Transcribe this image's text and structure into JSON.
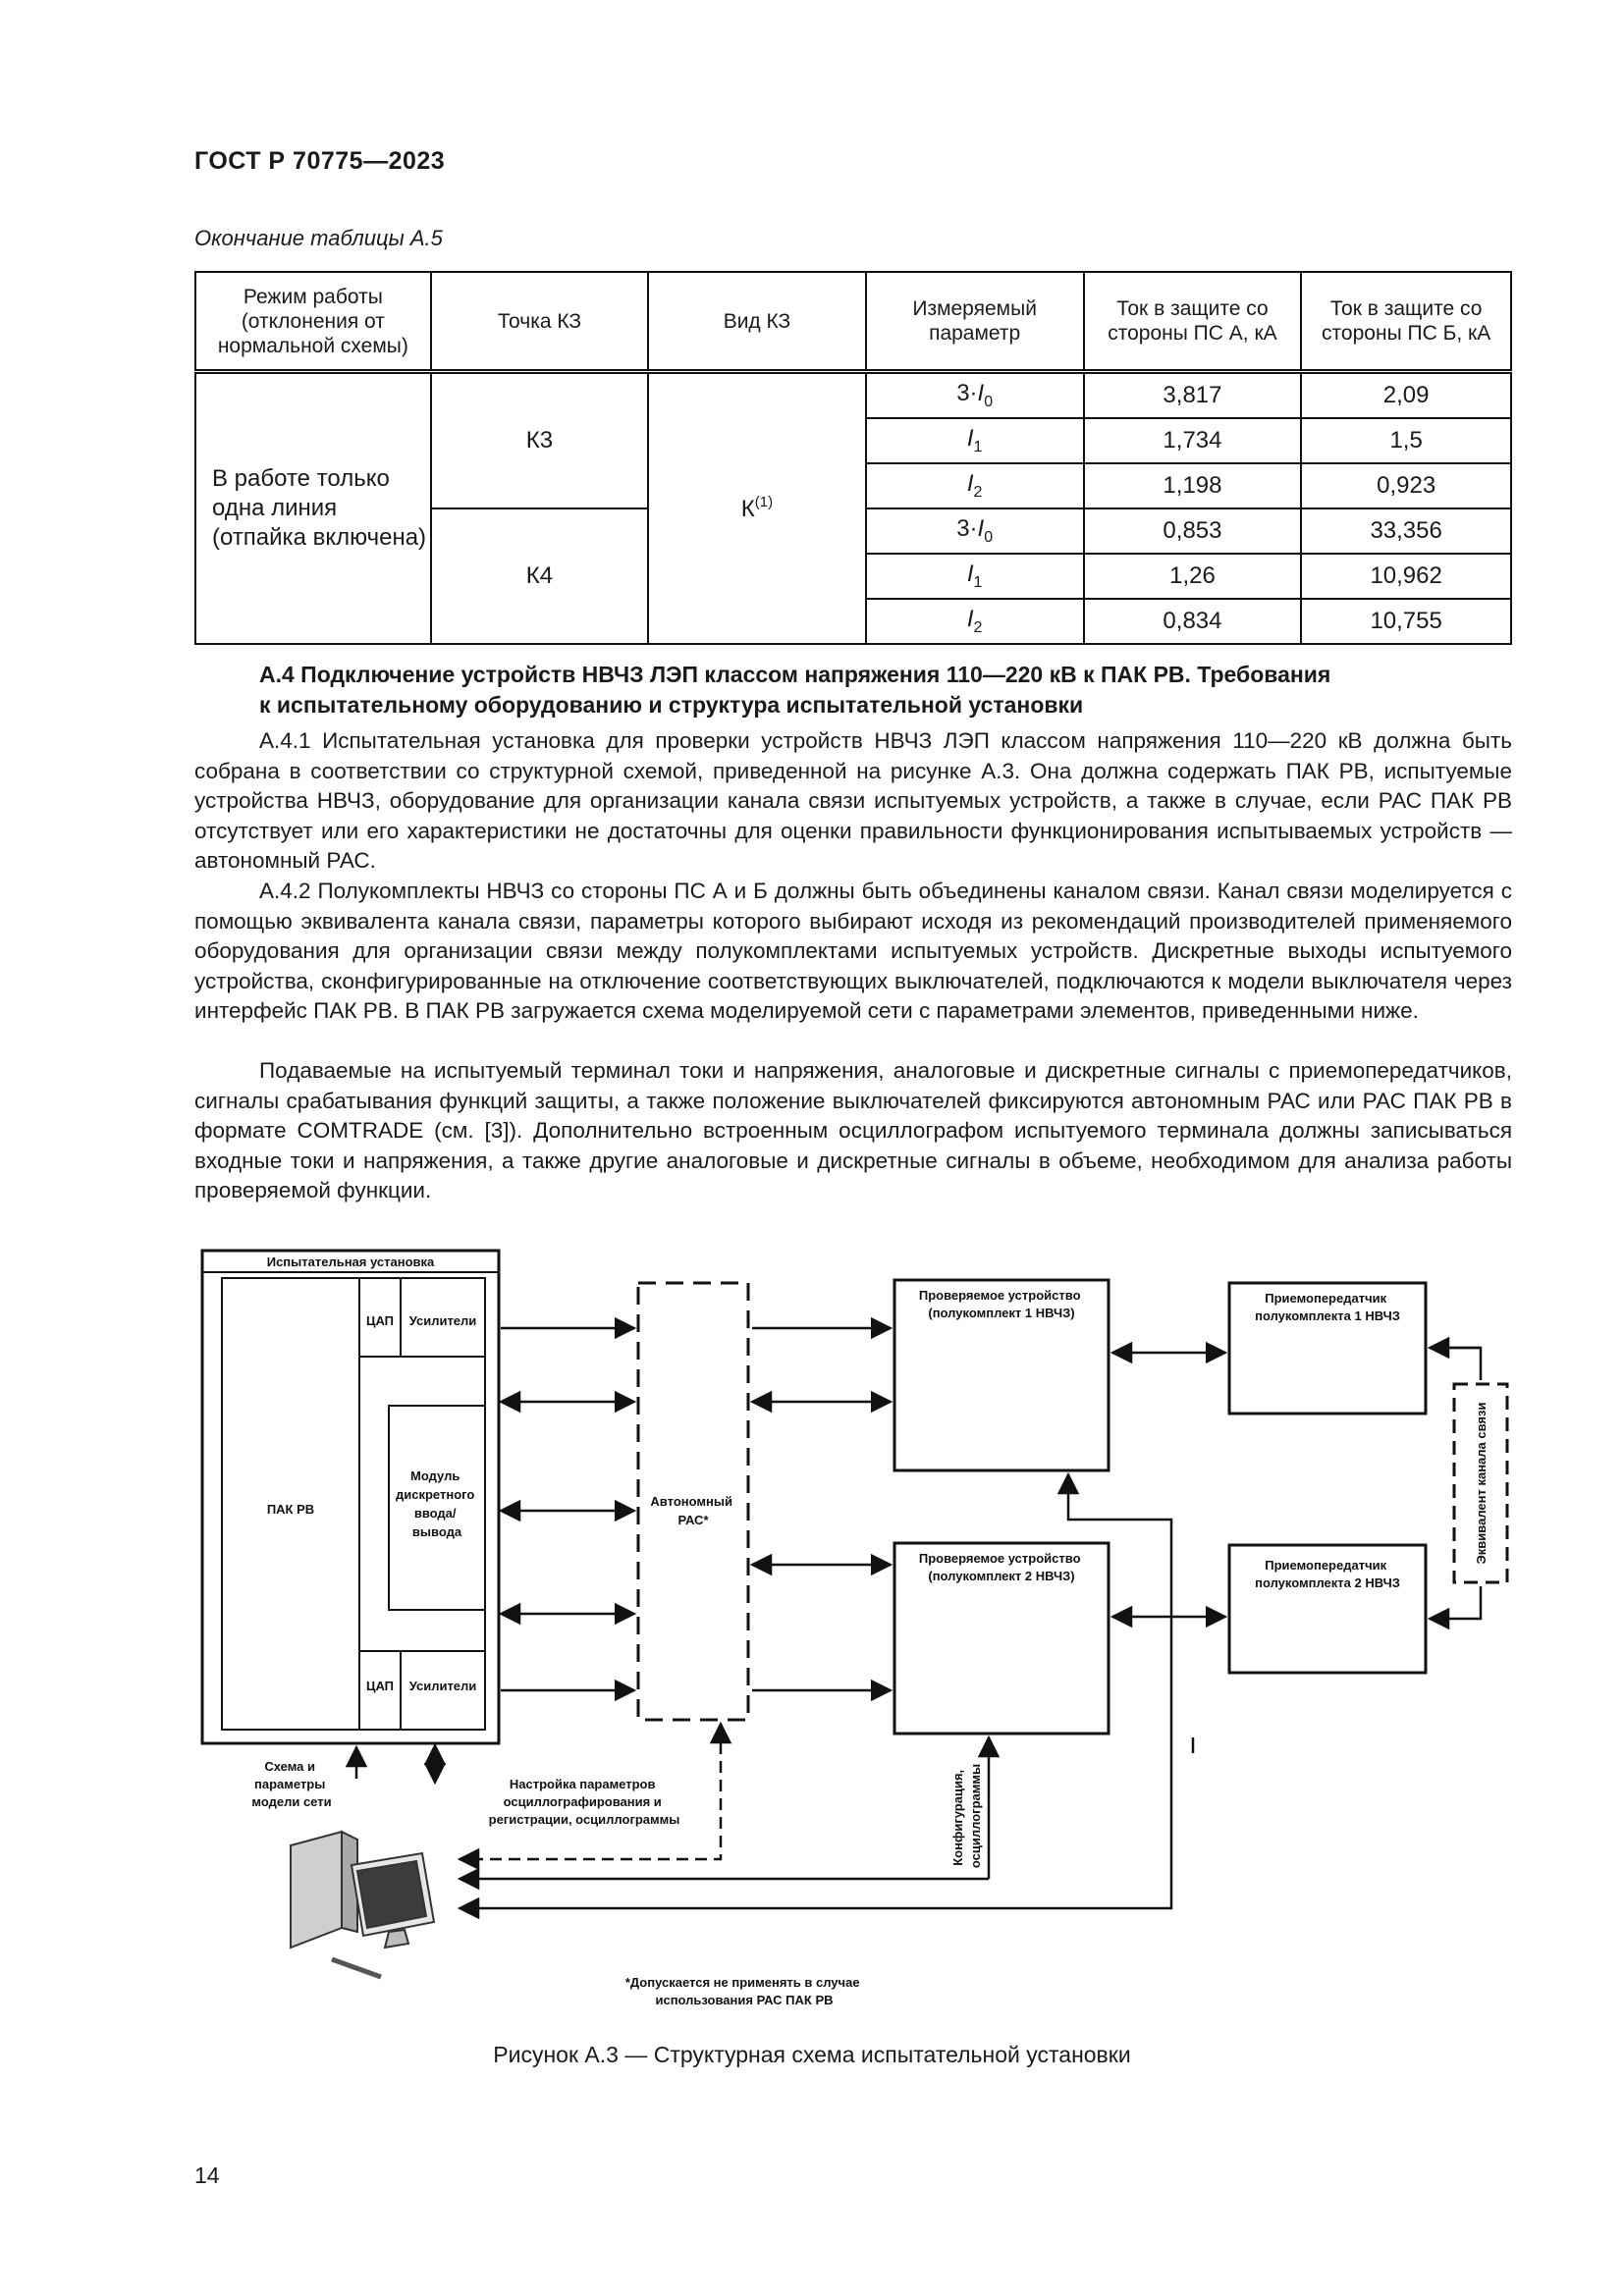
{
  "header": {
    "doc_code": "ГОСТ Р 70775—2023"
  },
  "table": {
    "caption": "Окончание таблицы А.5",
    "headers": [
      "Режим работы (отклонения от нормальной схемы)",
      "Точка КЗ",
      "Вид КЗ",
      "Измеряемый параметр",
      "Ток в защите со стороны ПС А, кА",
      "Ток в защите со стороны ПС Б, кА"
    ],
    "mode": "В работе только одна линия (отпайка включена)",
    "kz_type": "К",
    "kz_type_sup": "(1)",
    "groups": [
      {
        "point": "К3",
        "rows": [
          {
            "param_prefix": "3·",
            "param_sym": "I",
            "param_sub": "0",
            "a": "3,817",
            "b": "2,09"
          },
          {
            "param_prefix": "",
            "param_sym": "I",
            "param_sub": "1",
            "a": "1,734",
            "b": "1,5"
          },
          {
            "param_prefix": "",
            "param_sym": "I",
            "param_sub": "2",
            "a": "1,198",
            "b": "0,923"
          }
        ]
      },
      {
        "point": "К4",
        "rows": [
          {
            "param_prefix": "3·",
            "param_sym": "I",
            "param_sub": "0",
            "a": "0,853",
            "b": "33,356"
          },
          {
            "param_prefix": "",
            "param_sym": "I",
            "param_sub": "1",
            "a": "1,26",
            "b": "10,962"
          },
          {
            "param_prefix": "",
            "param_sym": "I",
            "param_sub": "2",
            "a": "0,834",
            "b": "10,755"
          }
        ]
      }
    ]
  },
  "section": {
    "heading_line1": "А.4 Подключение устройств НВЧЗ ЛЭП классом напряжения 110—220 кВ к ПАК РВ. Требования",
    "heading_line2": "к испытательному оборудованию и структура испытательной установки",
    "p1": "А.4.1 Испытательная установка для проверки устройств НВЧЗ ЛЭП классом напряжения 110—220 кВ должна быть собрана в соответствии со структурной схемой, приведенной на рисунке А.3. Она должна содержать ПАК РВ, испытуемые устройства НВЧЗ, оборудование для организации канала связи испытуемых устройств, а также в случае, если РАС ПАК РВ отсутствует или его характеристики не достаточны для оценки правильности функционирования испытываемых устройств — автономный РАС.",
    "p2": "А.4.2 Полукомплекты НВЧЗ со стороны ПС А и Б должны быть объединены каналом связи. Канал связи моделируется с помощью эквивалента канала связи, параметры которого выбирают исходя из рекомендаций производителей применяемого оборудования для организации связи между полукомплектами испытуемых устройств. Дискретные выходы испытуемого устройства, сконфигурированные на отключение соответствующих выключателей, подключаются к модели выключателя через интерфейс ПАК РВ. В ПАК РВ загружается схема моделируемой сети с параметрами элементов, приведенными ниже.",
    "p3": "Подаваемые на испытуемый терминал токи и напряжения, аналоговые и дискретные сигналы с приемопередатчиков, сигналы срабатывания функций защиты, а также положение выключателей фиксируются автономным РАС или РАС ПАК РВ в формате COMTRADE (см. [3]). Дополнительно встроенным осциллографом испытуемого терминала должны записываться входные токи и напряжения, а также другие аналоговые и дискретные сигналы в объеме, необходимом для анализа работы проверяемой функции."
  },
  "figure": {
    "test_setup_title": "Испытательная установка",
    "pak_rv": "ПАК РВ",
    "dac": "ЦАП",
    "amplifiers": "Усилители",
    "discrete_module": [
      "Модуль",
      "дискретного",
      "ввода/",
      "вывода"
    ],
    "autonomous_ras": [
      "Автономный",
      "РАС*"
    ],
    "device1": [
      "Проверяемое устройство",
      "(полукомплект 1 НВЧЗ)"
    ],
    "device2": [
      "Проверяемое устройство",
      "(полукомплект 2 НВЧЗ)"
    ],
    "transceiver1": [
      "Приемопередатчик",
      "полукомплекта 1 НВЧЗ"
    ],
    "transceiver2": [
      "Приемопередатчик",
      "полукомплекта 2 НВЧЗ"
    ],
    "channel_equiv": "Эквивалент канала связи",
    "network_model": [
      "Схема и",
      "параметры",
      "модели сети"
    ],
    "osc_settings": [
      "Настройка параметров",
      "осциллографирования и",
      "регистрации, осциллограммы"
    ],
    "config_osc": [
      "Конфигурация,",
      "осциллограммы"
    ],
    "footnote": [
      "*Допускается не применять в случае",
      "использования РАС ПАК РВ"
    ],
    "caption": "Рисунок А.3 — Структурная схема испытательной установки"
  },
  "footer": {
    "page_number": "14"
  }
}
